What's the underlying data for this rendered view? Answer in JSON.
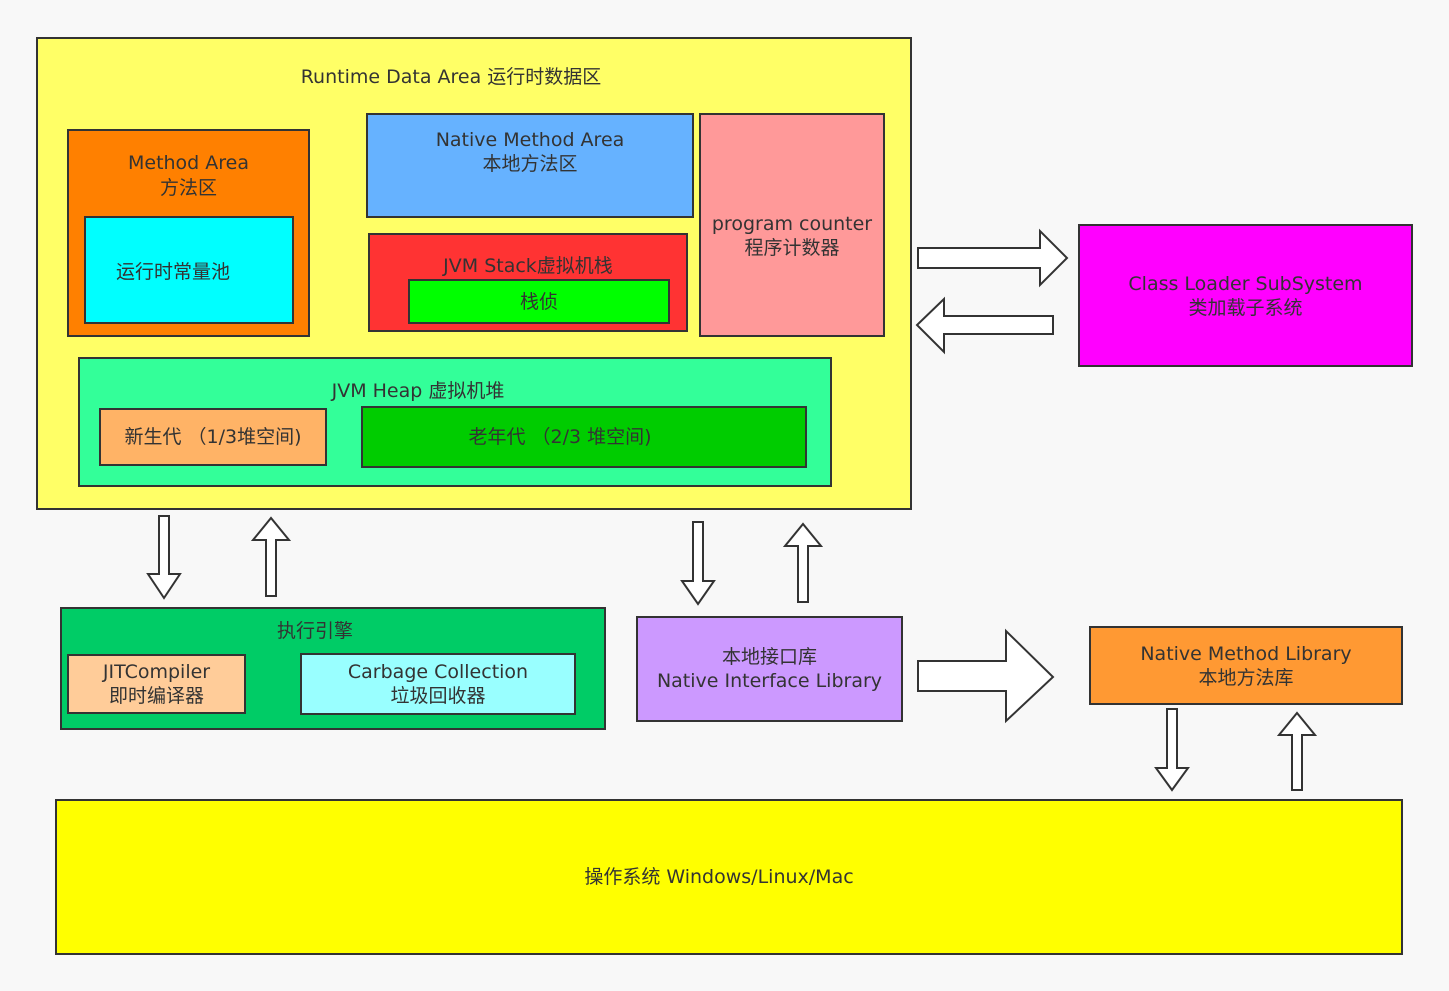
{
  "runtime_area": {
    "title": "Runtime Data Area  运行时数据区",
    "method_area": {
      "line1": "Method Area",
      "line2": "方法区",
      "constant_pool": "运行时常量池"
    },
    "native_method_area": {
      "line1": "Native Method Area",
      "line2": "本地方法区"
    },
    "jvm_stack": {
      "title": "JVM Stack虚拟机栈",
      "frame": "栈侦"
    },
    "program_counter": {
      "line1": "program counter",
      "line2": "程序计数器"
    },
    "heap": {
      "title": "JVM Heap  虚拟机堆",
      "young": "新生代 （1/3堆空间)",
      "old": "老年代 （2/3 堆空间)"
    }
  },
  "class_loader": {
    "line1": "Class Loader SubSystem",
    "line2": "类加载子系统"
  },
  "execution_engine": {
    "title": "执行引擎",
    "jit": {
      "line1": "JITCompiler",
      "line2": "即时编译器"
    },
    "gc": {
      "line1": "Carbage Collection",
      "line2": "垃圾回收器"
    }
  },
  "native_interface": {
    "line1": "本地接口库",
    "line2": "Native Interface Library"
  },
  "native_library": {
    "line1": "Native Method Library",
    "line2": "本地方法库"
  },
  "os": {
    "label": "操作系统 Windows/Linux/Mac"
  },
  "colors": {
    "runtime": "#ffff66",
    "method_area": "#ff8000",
    "constant_pool": "#00ffff",
    "native_method_area": "#66b2ff",
    "jvm_stack": "#ff3333",
    "stack_frame": "#00ff00",
    "program_counter": "#ff9999",
    "heap": "#33ff99",
    "young_gen": "#ffb366",
    "old_gen": "#00cc00",
    "class_loader": "#ff00ff",
    "execution_engine": "#00cc66",
    "jit": "#ffcc99",
    "gc": "#99ffff",
    "native_interface": "#cc99ff",
    "native_library": "#ff9933",
    "os": "#ffff00"
  }
}
